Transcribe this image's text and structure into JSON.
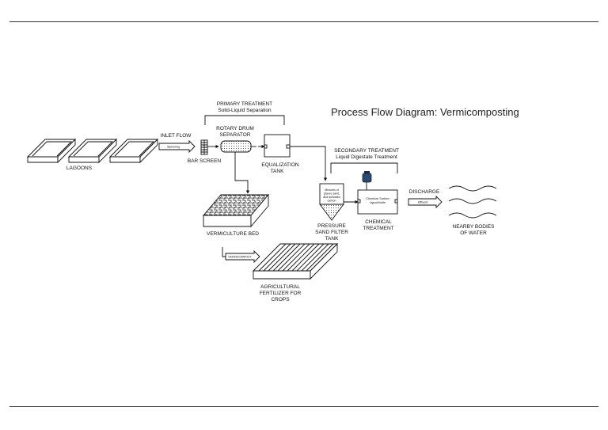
{
  "title": "Process Flow Diagram: Vermicomposting",
  "labels": {
    "primary_treatment": "PRIMARY TREATMENT",
    "primary_sub": "Solid-Liquid Separation",
    "lagoons": "LAGOONS",
    "inlet_flow": "INLET FLOW",
    "siphoning": "Siphoning",
    "bar_screen": "BAR SCREEN",
    "rotary_drum_1": "ROTARY DRUM",
    "rotary_drum_2": "SEPARATOR",
    "equalization_1": "EQUALIZATION",
    "equalization_2": "TANK",
    "secondary_treatment": "SECONDARY TREATMENT",
    "secondary_sub": "Liquid Digestate Treatment",
    "filter_media_1": "Mixtures of",
    "filter_media_2": "gravel, sand,",
    "filter_media_3": "and activated",
    "filter_media_4": "carbon",
    "chemical_1": "Chemical: Sodium",
    "chemical_2": "Hypochlorite",
    "pressure_1": "PRESSURE",
    "pressure_2": "SAND FILTER",
    "pressure_3": "TANK",
    "chem_treat_1": "CHEMICAL",
    "chem_treat_2": "TREATMENT",
    "discharge": "DISCHARGE",
    "effluent": "Effluent",
    "water_1": "NEARBY BODIES",
    "water_2": "OF WATER",
    "vermiculture": "VERMICULTURE BED",
    "vermicompost": "VERMICOMPOST",
    "agri_1": "AGRICULTURAL",
    "agri_2": "FERTILIZER FOR",
    "agri_3": "CROPS"
  }
}
